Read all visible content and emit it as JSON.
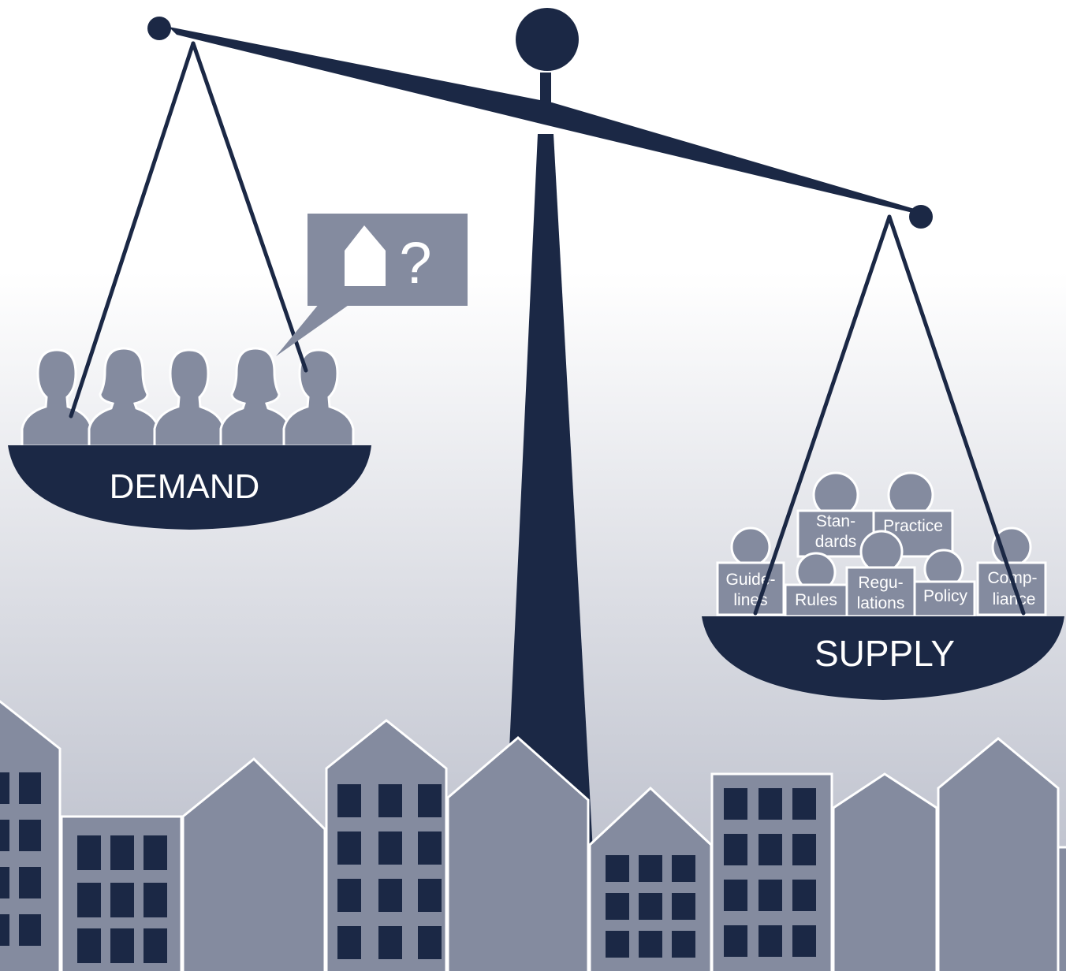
{
  "colors": {
    "navy": "#1b2845",
    "slate": "#848b9f",
    "bg_top": "#ffffff",
    "bg_bottom": "#b6bac8",
    "white": "#ffffff"
  },
  "icons": {
    "speech_bubble": "house-question-speech-bubble",
    "people": "person-silhouette-icon"
  },
  "demand": {
    "label": "DEMAND",
    "people_count": 5
  },
  "bubble": {
    "question": "?"
  },
  "supply": {
    "label": "SUPPLY",
    "pieces": [
      {
        "line1": "Stan-",
        "line2": "dards"
      },
      {
        "line1": "Practice",
        "line2": ""
      },
      {
        "line1": "Guide-",
        "line2": "lines"
      },
      {
        "line1": "Rules",
        "line2": ""
      },
      {
        "line1": "Regu-",
        "line2": "lations"
      },
      {
        "line1": "Policy",
        "line2": ""
      },
      {
        "line1": "Comp-",
        "line2": "liance"
      }
    ]
  }
}
